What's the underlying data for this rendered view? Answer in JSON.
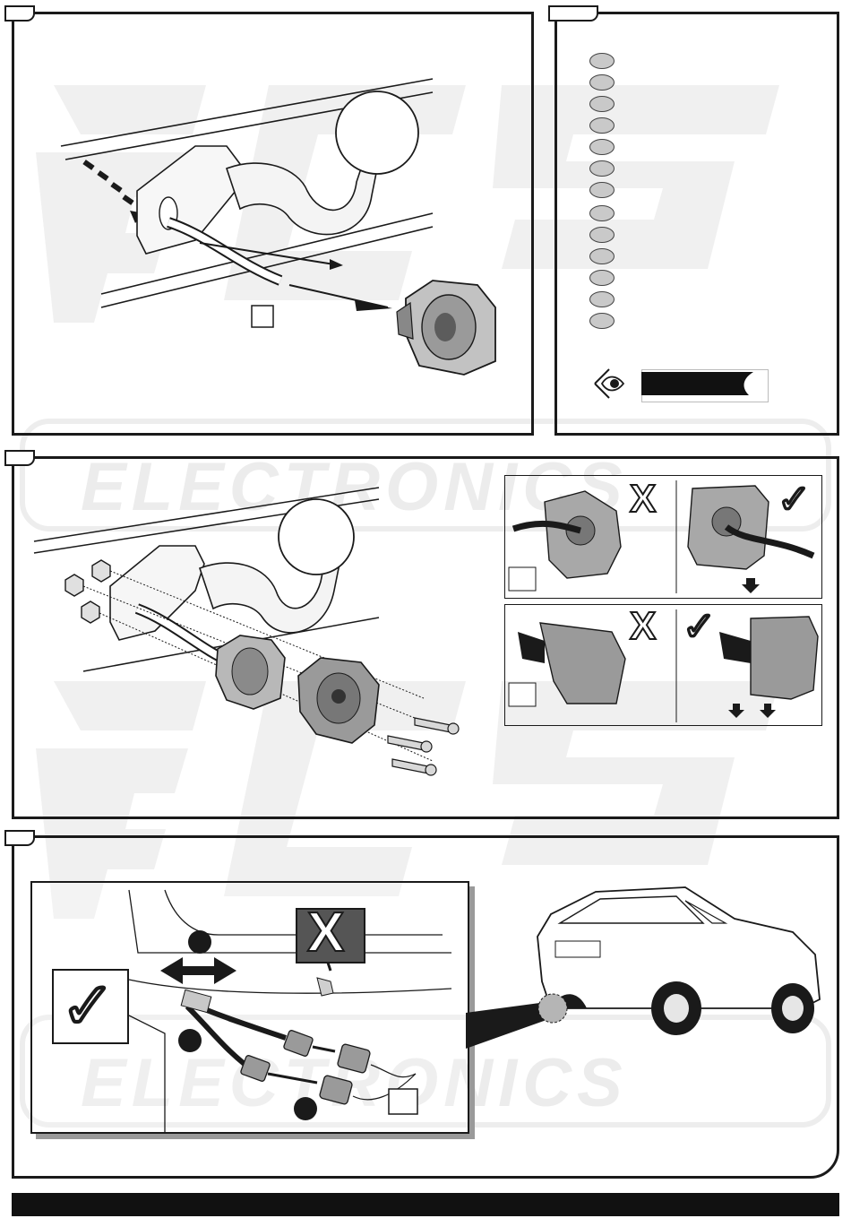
{
  "watermark": {
    "brand_letters": "ECS",
    "brand_word": "ELECTRONICS"
  },
  "panels": {
    "step_a": {
      "name": "ball-mount-cable-routing"
    },
    "step_b": {
      "name": "wiring-order-legend",
      "pin_count": 13
    },
    "step_c": {
      "name": "socket-mounting"
    },
    "step_d": {
      "name": "connector-installation"
    }
  },
  "checks": {
    "wrong": "X",
    "right": "✓"
  },
  "colors": {
    "ink": "#1a1a1a",
    "fill_grey": "#b5b5b5",
    "light_grey": "#e6e6e6",
    "watermark": "#efefef"
  }
}
